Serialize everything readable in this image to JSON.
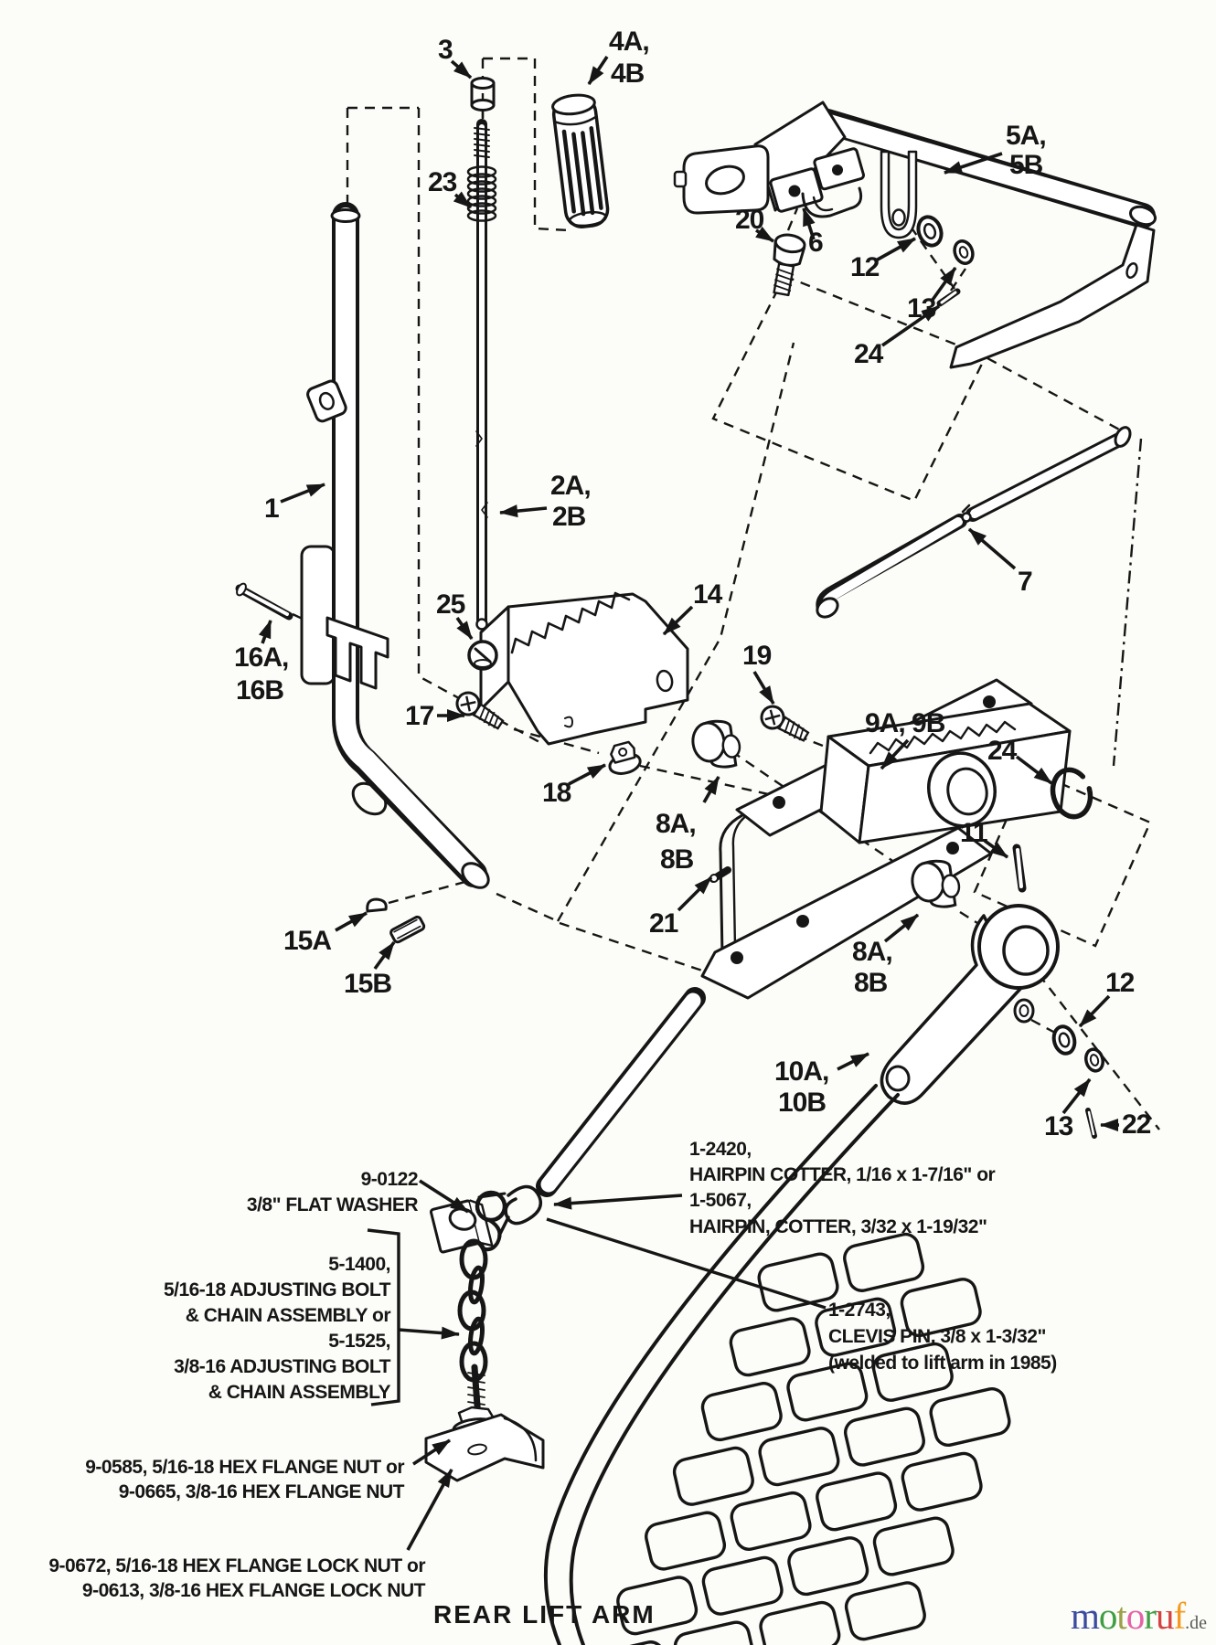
{
  "colors": {
    "ink": "#161616",
    "background": "#fcfcf8"
  },
  "title": "REAR LIFT ARM",
  "watermark": {
    "word": [
      {
        "ch": "m",
        "color": "#3b4ba0"
      },
      {
        "ch": "o",
        "color": "#3f9e44"
      },
      {
        "ch": "t",
        "color": "#9ba04a"
      },
      {
        "ch": "o",
        "color": "#e763a8"
      },
      {
        "ch": "r",
        "color": "#3f9e44"
      },
      {
        "ch": "u",
        "color": "#d44242"
      },
      {
        "ch": "f",
        "color": "#f59a1f"
      }
    ],
    "suffix": ".de"
  },
  "callouts": {
    "n1": "1",
    "n2a": "2A,",
    "n2b": "2B",
    "n3": "3",
    "n4a": "4A,",
    "n4b": "4B",
    "n5a": "5A,",
    "n5b": "5B",
    "n6": "6",
    "n7": "7",
    "n8a_left": "8A,",
    "n8b_left": "8B",
    "n8a_right": "8A,",
    "n8b_right": "8B",
    "n9": "9A, 9B",
    "n10a": "10A,",
    "n10b": "10B",
    "n11": "11",
    "n12_top": "12",
    "n12_right": "12",
    "n13_top": "13",
    "n13_right": "13",
    "n14": "14",
    "n15a": "15A",
    "n15b": "15B",
    "n16a": "16A,",
    "n16b": "16B",
    "n17": "17",
    "n18": "18",
    "n19": "19",
    "n20": "20",
    "n21": "21",
    "n22": "22",
    "n23": "23",
    "n24_top": "24",
    "n24_right": "24",
    "n25": "25"
  },
  "notes": {
    "flat_washer": [
      "9-0122",
      "3/8\" FLAT WASHER"
    ],
    "hairpin_cotter": [
      "1-2420,",
      "HAIRPIN COTTER, 1/16 x 1-7/16\" or",
      "1-5067,",
      "HAIRPIN, COTTER, 3/32 x 1-19/32\""
    ],
    "adjusting_bolt": [
      "5-1400,",
      "5/16-18 ADJUSTING BOLT",
      "& CHAIN ASSEMBLY or",
      "5-1525,",
      "3/8-16 ADJUSTING BOLT",
      "& CHAIN ASSEMBLY"
    ],
    "clevis_pin": [
      "1-2743,",
      "CLEVIS PIN, 3/8 x 1-3/32\"",
      "(welded to lift arm in 1985)"
    ],
    "hex_flange_nut": [
      "9-0585, 5/16-18 HEX FLANGE NUT or",
      "9-0665, 3/8-16 HEX FLANGE NUT"
    ],
    "hex_flange_lock_nut": [
      "9-0672, 5/16-18 HEX FLANGE LOCK NUT or",
      "9-0613, 3/8-16 HEX FLANGE LOCK NUT"
    ]
  }
}
